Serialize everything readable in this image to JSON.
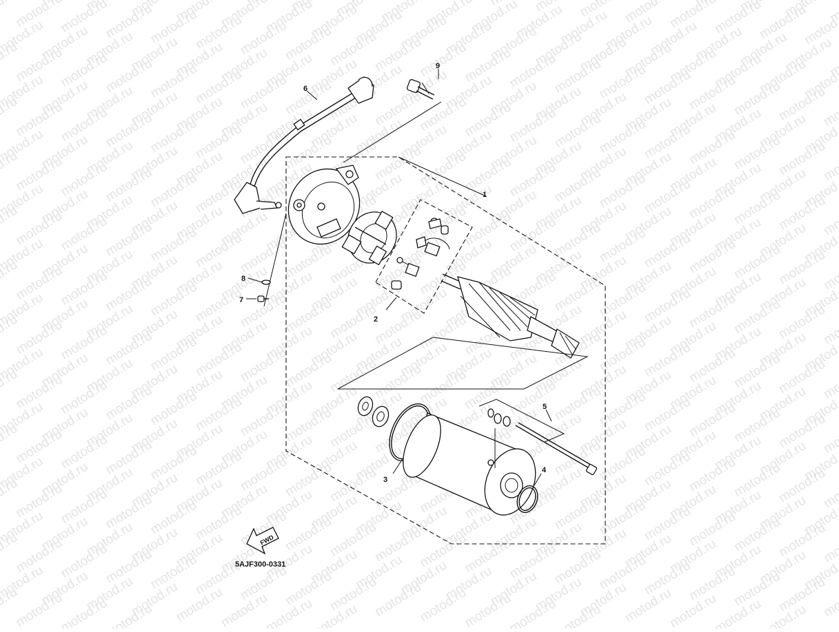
{
  "diagram": {
    "watermark_text": "motod.ru",
    "diagram_code": "5AJF300-0331",
    "fwd_label": "FWD",
    "callouts": [
      "1",
      "2",
      "3",
      "4",
      "5",
      "6",
      "7",
      "8",
      "9"
    ]
  },
  "colors": {
    "line": "#111111",
    "watermark": "#e3e3e3",
    "background": "#ffffff"
  }
}
